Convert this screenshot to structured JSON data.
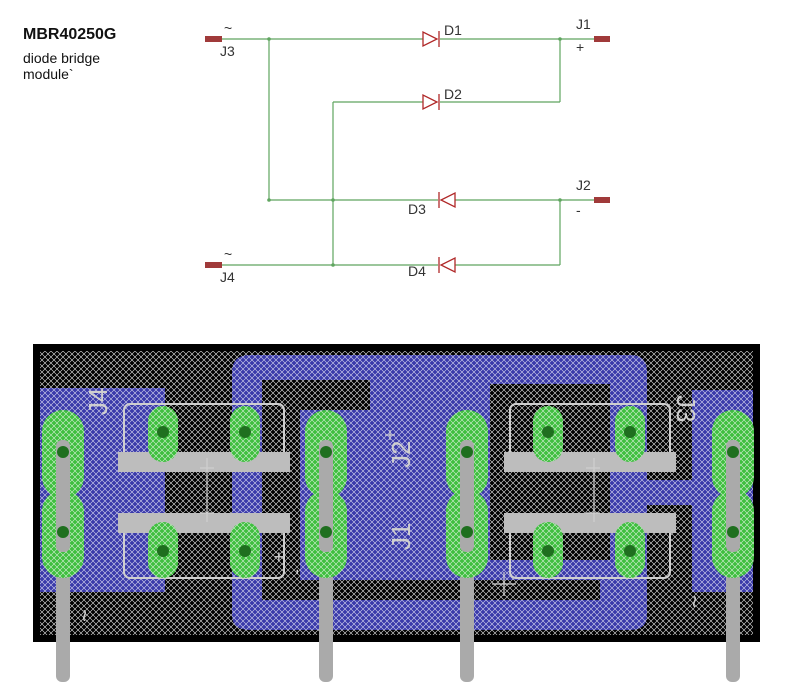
{
  "module": {
    "part_number": "MBR40250G",
    "desc_line1": "diode bridge",
    "desc_line2": "module`"
  },
  "schematic": {
    "diodes": [
      "D1",
      "D2",
      "D3",
      "D4"
    ],
    "connectors": [
      "J1",
      "J2",
      "J3",
      "J4"
    ],
    "pin_symbols": {
      "plus": "+",
      "minus": "-",
      "ac": "~"
    }
  },
  "board": {
    "silk_labels": {
      "j1": "J1",
      "j2": "J2",
      "j3": "J3",
      "j4": "J4",
      "plus": "+",
      "minus": "-",
      "ac": "~"
    }
  },
  "colors": {
    "wire": "#5fa55f",
    "component": "#b02828",
    "pin": "#a03a3a",
    "board_black": "#000000",
    "copper_blue": "#3a3aaa",
    "pad_green": "#3fbf3f",
    "silk": "#cfcfcf"
  }
}
